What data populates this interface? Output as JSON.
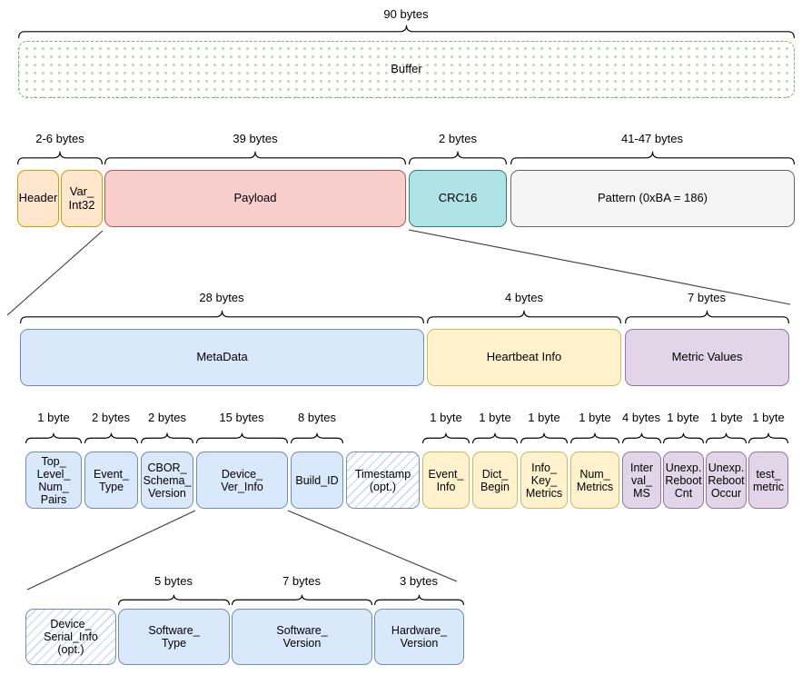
{
  "buffer_row": {
    "size_label": "90 bytes",
    "box_label": "Buffer"
  },
  "frame_row": {
    "sizes": [
      {
        "label": "2-6 bytes"
      },
      {
        "label": "39 bytes"
      },
      {
        "label": "2 bytes"
      },
      {
        "label": "41-47 bytes"
      }
    ],
    "boxes": [
      {
        "label": "Header"
      },
      {
        "label": "Var_\nInt32"
      },
      {
        "label": "Payload"
      },
      {
        "label": "CRC16"
      },
      {
        "label": "Pattern (0xBA = 186)"
      }
    ]
  },
  "payload_row": {
    "sizes": [
      {
        "label": "28 bytes"
      },
      {
        "label": "4 bytes"
      },
      {
        "label": "7 bytes"
      }
    ],
    "boxes": [
      {
        "label": "MetaData"
      },
      {
        "label": "Heartbeat Info"
      },
      {
        "label": "Metric Values"
      }
    ]
  },
  "fields_row": {
    "boxes": [
      {
        "label": "Top_\nLevel_\nNum_\nPairs",
        "size": "1 byte",
        "group": "metadata"
      },
      {
        "label": "Event_\nType",
        "size": "2 bytes",
        "group": "metadata"
      },
      {
        "label": "CBOR_\nSchema_\nVersion",
        "size": "2 bytes",
        "group": "metadata"
      },
      {
        "label": "Device_\nVer_Info",
        "size": "15 bytes",
        "group": "metadata"
      },
      {
        "label": "Build_ID",
        "size": "8 bytes",
        "group": "metadata"
      },
      {
        "label": "Timestamp\n(opt.)",
        "size": "",
        "group": "metadata-optional"
      },
      {
        "label": "Event_\nInfo",
        "size": "1 byte",
        "group": "heartbeat"
      },
      {
        "label": "Dict_\nBegin",
        "size": "1 byte",
        "group": "heartbeat"
      },
      {
        "label": "Info_\nKey_\nMetrics",
        "size": "1 byte",
        "group": "heartbeat"
      },
      {
        "label": "Num_\nMetrics",
        "size": "1 byte",
        "group": "heartbeat"
      },
      {
        "label": "Inter\nval_\nMS",
        "size": "4 bytes",
        "group": "metrics"
      },
      {
        "label": "Unexp.\nReboot\nCnt",
        "size": "1 byte",
        "group": "metrics"
      },
      {
        "label": "Unexp.\nReboot\nOccur",
        "size": "1 byte",
        "group": "metrics"
      },
      {
        "label": "test_\nmetric",
        "size": "1 byte",
        "group": "metrics"
      }
    ]
  },
  "device_ver_row": {
    "sizes": [
      {
        "label": "5 bytes"
      },
      {
        "label": "7 bytes"
      },
      {
        "label": "3 bytes"
      }
    ],
    "boxes": [
      {
        "label": "Device_\nSerial_Info\n(opt.)"
      },
      {
        "label": "Software_\nType"
      },
      {
        "label": "Software_\nVersion"
      },
      {
        "label": "Hardware_\nVersion"
      }
    ]
  },
  "colors": {
    "orange_fill": "#FFE6CC",
    "orange_stroke": "#D79B00",
    "red_fill": "#F8CECC",
    "red_stroke": "#B85450",
    "teal_fill": "#B0E3E6",
    "teal_stroke": "#2D7F72",
    "gray_fill": "#F5F5F5",
    "gray_stroke": "#666666",
    "blue_fill": "#DAE8FC",
    "blue_stroke": "#6C8EBF",
    "yellow_fill": "#FFF2CC",
    "yellow_stroke": "#D6B656",
    "purple_fill": "#E1D5E7",
    "purple_stroke": "#9673A6",
    "green_stroke": "#82B366",
    "green_dot": "#BBD8B5",
    "line": "#3A3A3A"
  }
}
